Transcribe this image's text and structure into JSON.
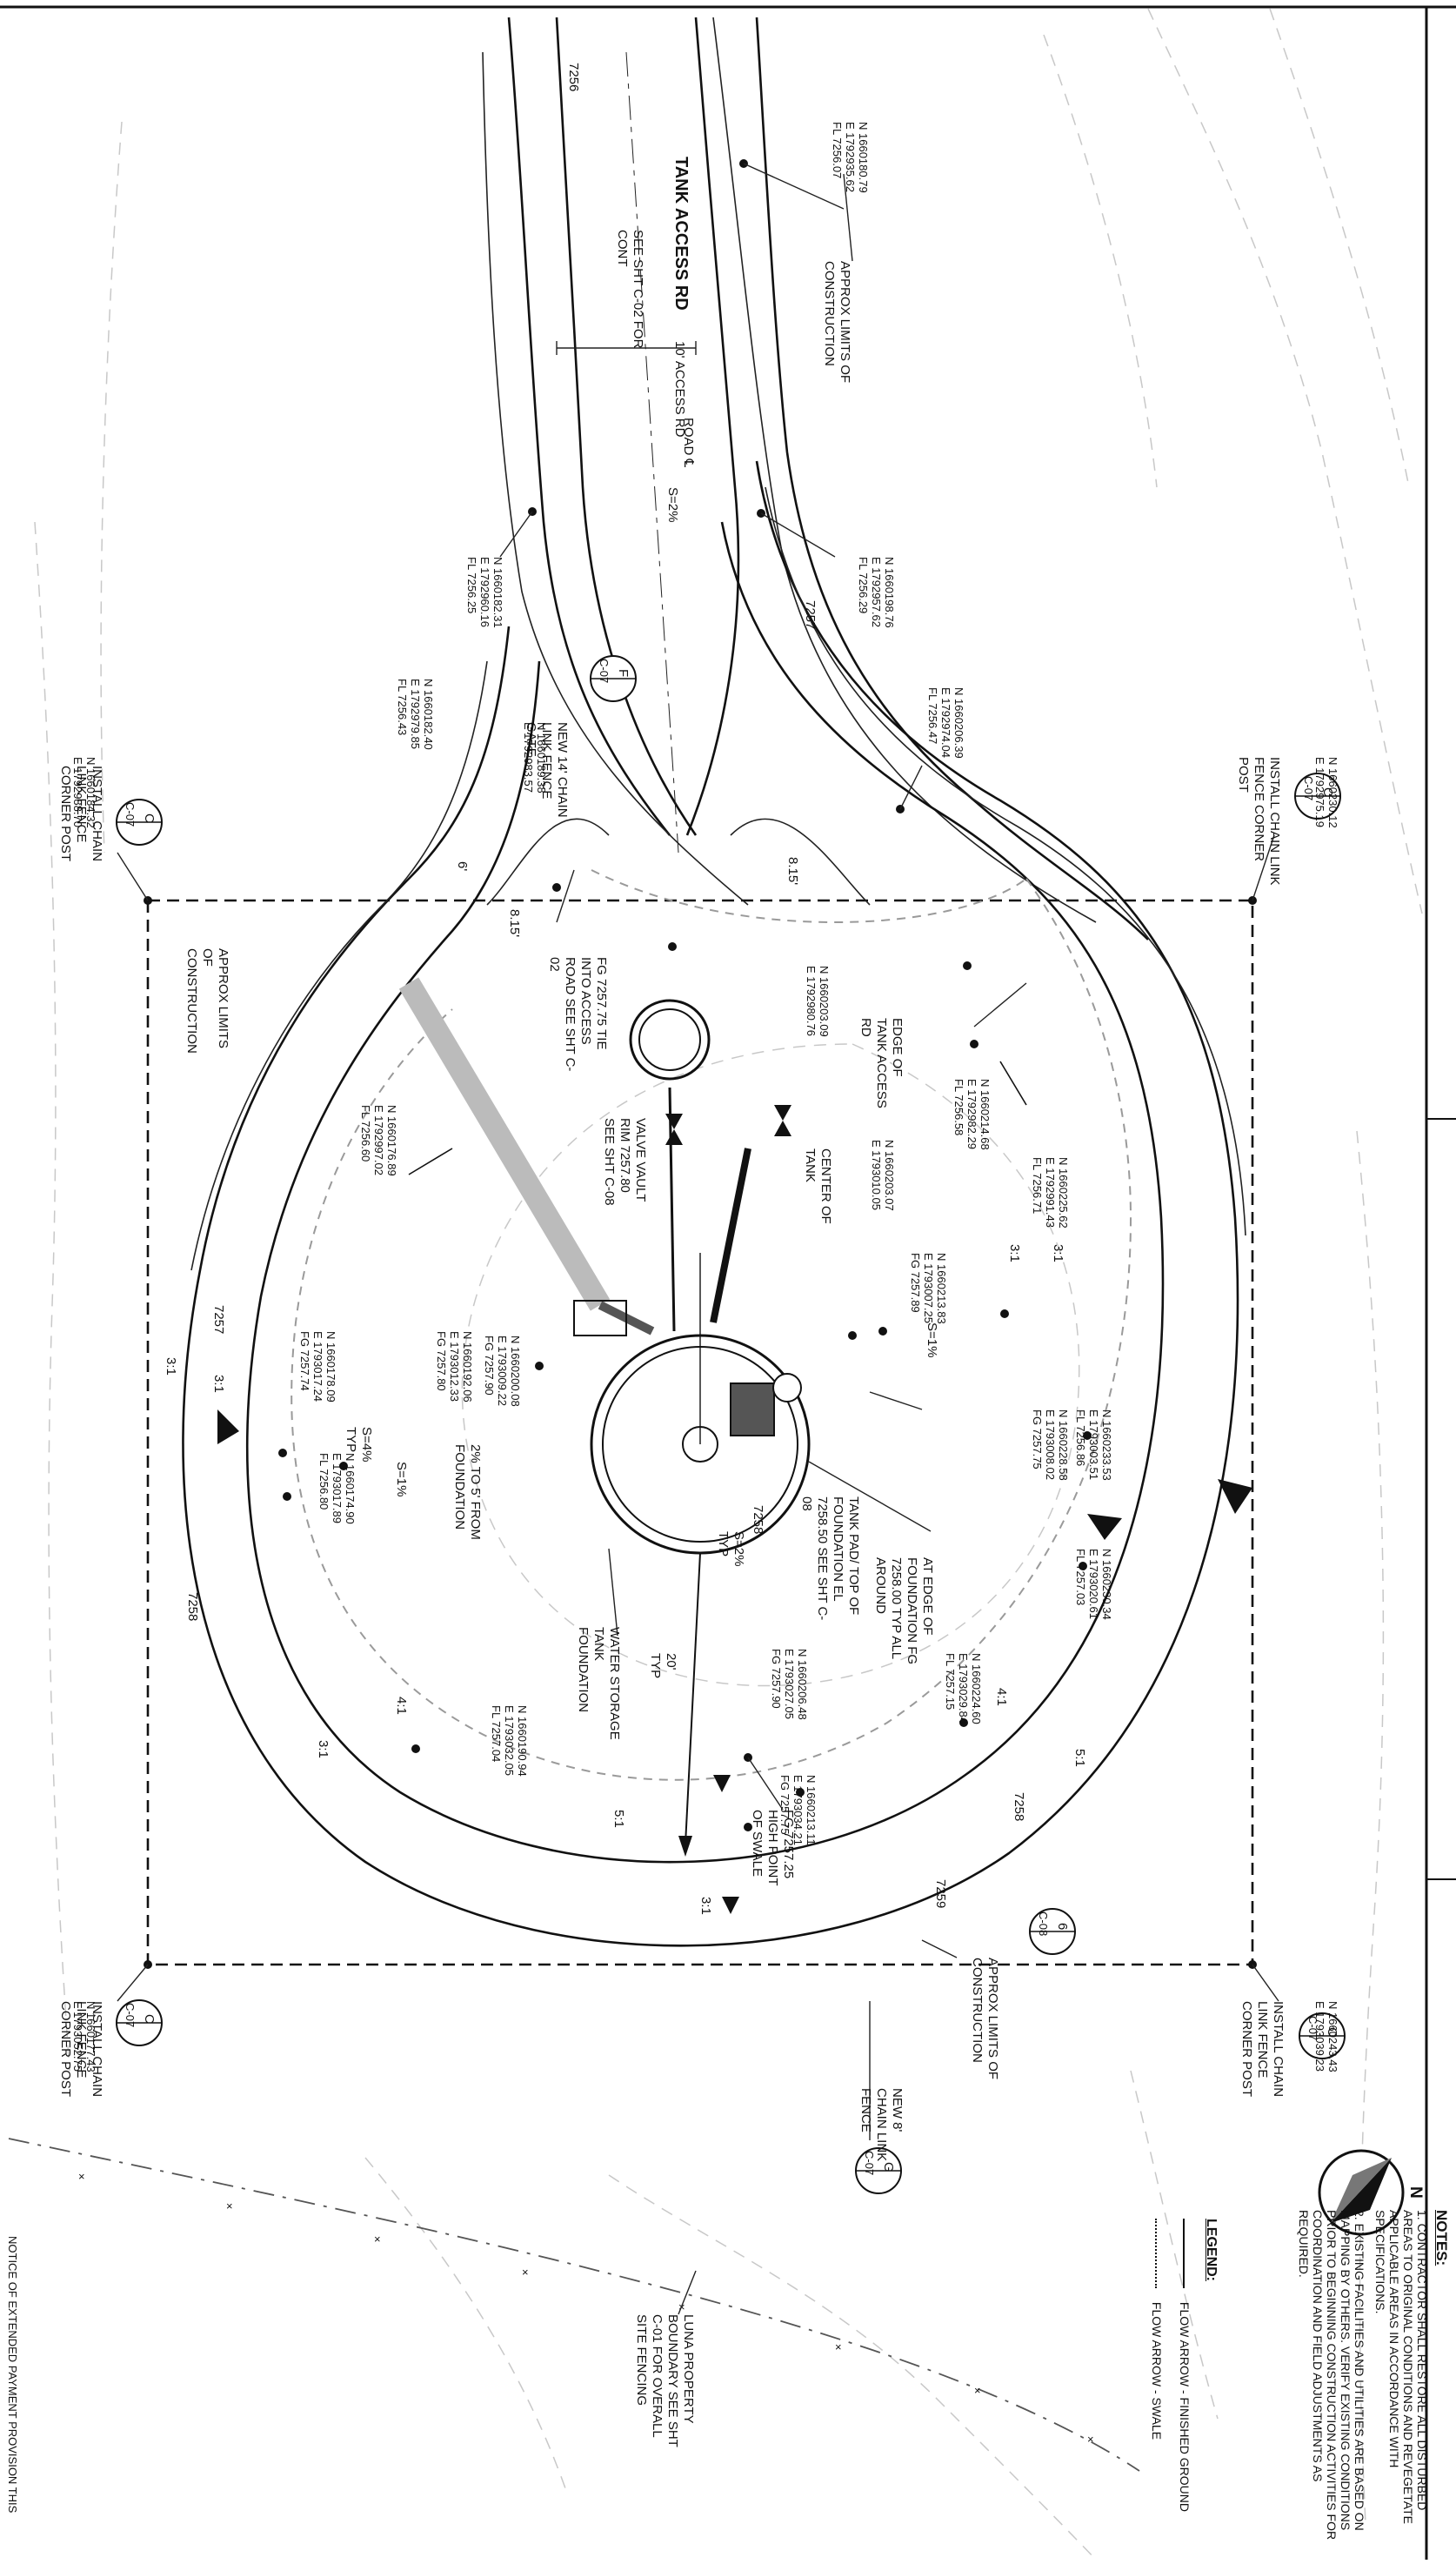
{
  "notes": {
    "heading": "NOTES:",
    "items": [
      "1. CONTRACTOR SHALL RESTORE ALL DISTURBED AREAS TO ORIGINAL CONDITIONS AND REVEGETATE APPLICABLE AREAS IN ACCORDANCE WITH SPECIFICATIONS.",
      "2. EXISTING FACILITIES AND UTILITIES ARE BASED ON MAPPING BY OTHERS. VERIFY EXISTING CONDITIONS PRIOR TO BEGINNING CONSTRUCTION ACTIVITIES FOR COORDINATION AND FIELD ADJUSTMENTS AS REQUIRED."
    ]
  },
  "legend": {
    "heading": "LEGEND:",
    "items": [
      "FLOW ARROW - FINISHED GROUND",
      "FLOW ARROW - SWALE"
    ]
  },
  "north_arrow": {
    "letter": "N"
  },
  "footer_note": "NOTICE OF EXTENDED PAYMENT PROVISION THIS",
  "road": {
    "name": "TANK ACCESS RD",
    "continuation": "SEE SHT C-02 FOR CONT",
    "width_label": "10' ACCESS RD",
    "centerline": "ROAD ℄",
    "slope": "S=2%"
  },
  "contours": {
    "c7256": "7256",
    "c7257": "7257",
    "c7258": "7258",
    "c7259": "7259"
  },
  "callouts": {
    "limits_top": "APPROX LIMITS OF CONSTRUCTION",
    "limits_left": "APPROX LIMITS OF CONSTRUCTION",
    "limits_bottom": "APPROX LIMITS OF CONSTRUCTION",
    "fence_gate": "NEW 14' CHAIN LINK FENCE GATE",
    "fence_new": "NEW 8' CHAIN LINK FENCE",
    "corner_top": "INSTALL CHAIN LINK FENCE CORNER POST",
    "corner_left": "INSTALL CHAIN LINK FENCE CORNER POST",
    "corner_right": "INSTALL CHAIN LINK FENCE CORNER POST",
    "corner_bottom": "INSTALL CHAIN LINK FENCE CORNER POST",
    "edge_of_tank_road": "EDGE OF TANK ACCESS RD",
    "center_of_tank": "CENTER OF TANK",
    "valve_vault": "VALVE VAULT RIM 7257.80 SEE SHT C-08",
    "tie_into": "FG 7257.75 TIE INTO ACCESS ROAD SEE SHT C-02",
    "foundation_edge": "AT EDGE OF FOUNDATION FG 7258.00 TYP ALL AROUND",
    "tank_pad": "TANK PAD/ TOP OF FOUNDATION EL 7258.50 SEE SHT C-08",
    "water_storage": "WATER STORAGE TANK FOUNDATION",
    "slope_2pct": "2% TO 5' FROM FOUNDATION",
    "high_point": "FG 7257.25 HIGH POINT OF SWALE",
    "property_boundary": "LUNA PROPERTY BOUNDARY SEE SHT C-01 FOR OVERALL SITE FENCING",
    "typ20": "20' TYP",
    "s2typ": "S=2% TYP",
    "s1a": "S=1%",
    "s1b": "S=1%",
    "s1c": "S=1%",
    "s4typ": "S=4% TYP",
    "ratio_31": "3:1",
    "ratio_41": "4:1",
    "ratio_51": "5:1",
    "dim_815a": "8.15'",
    "dim_815b": "8.15'",
    "dim_6": "6'"
  },
  "coords": [
    {
      "n": "N 1660180.79",
      "e": "E 1792935.62",
      "z": "FL 7256.07"
    },
    {
      "n": "N 1660198.76",
      "e": "E 1792957.62",
      "z": "FL 7256.29"
    },
    {
      "n": "N 1660206.39",
      "e": "E 1792974.04",
      "z": "FL 7256.47"
    },
    {
      "n": "N 1660230.12",
      "e": "E 1792975.19"
    },
    {
      "n": "N 1660182.31",
      "e": "E 1792960.16",
      "z": "FL 7256.25"
    },
    {
      "n": "N 1660182.40",
      "e": "E 1792979.85",
      "z": "FL 7256.43"
    },
    {
      "n": "N 1660189.38",
      "e": "E 1792983.57"
    },
    {
      "n": "N 1660184.32",
      "e": "E 1792988.70"
    },
    {
      "n": "N 1660203.09",
      "e": "E 1792980.76"
    },
    {
      "n": "N 1660214.68",
      "e": "E 1792982.29",
      "z": "FL 7256.58"
    },
    {
      "n": "N 1660225.62",
      "e": "E 1792991.43",
      "z": "FL 7256.71"
    },
    {
      "n": "N 1660176.89",
      "e": "E 1792997.02",
      "z": "FL 7256.60"
    },
    {
      "n": "N 1660203.07",
      "e": "E 1793010.05"
    },
    {
      "n": "N 1660213.83",
      "e": "E 1793007.25",
      "z": "FG 7257.89"
    },
    {
      "n": "N 1660233.53",
      "e": "E 1793003.51",
      "z": "FL 7256.86"
    },
    {
      "n": "N 1660228.58",
      "e": "E 1793008.02",
      "z": "FG 7257.75"
    },
    {
      "n": "N 1660230.34",
      "e": "E 1793020.61",
      "z": "FL 7257.03"
    },
    {
      "n": "N 1660192.06",
      "e": "E 1793012.33",
      "z": "FG 7257.80"
    },
    {
      "n": "N 1660200.08",
      "e": "E 1793009.22",
      "z": "FG 7257.90"
    },
    {
      "n": "N 1660178.09",
      "e": "E 1793017.24",
      "z": "FG 7257.74"
    },
    {
      "n": "N 1660174.90",
      "e": "E 1793017.89",
      "z": "FL 7256.80"
    },
    {
      "n": "N 1660224.60",
      "e": "E 1793029.84",
      "z": "FL 7257.15"
    },
    {
      "n": "N 1660206.48",
      "e": "E 1793027.05",
      "z": "FG 7257.90"
    },
    {
      "n": "N 1660213.11",
      "e": "E 1793034.21",
      "z": "FG 7257.75"
    },
    {
      "n": "N 1660190.94",
      "e": "E 1793032.05",
      "z": "FL 7257.04"
    },
    {
      "n": "N 1660243.43",
      "e": "E 1793039.23"
    },
    {
      "n": "N 1660177.43",
      "e": "E 1793052.75"
    }
  ],
  "bubbles": {
    "gate": {
      "letter": "F",
      "sheet": "C-07"
    },
    "corner_top": {
      "letter": "C",
      "sheet": "C-07"
    },
    "corner_left": {
      "letter": "C",
      "sheet": "C-07"
    },
    "corner_right": {
      "letter": "C",
      "sheet": "C-07"
    },
    "corner_bottom": {
      "letter": "C",
      "sheet": "C-07"
    },
    "fence": {
      "letter": "G",
      "sheet": "C-07"
    },
    "swale": {
      "letter": "6",
      "sheet": "C-08"
    }
  }
}
